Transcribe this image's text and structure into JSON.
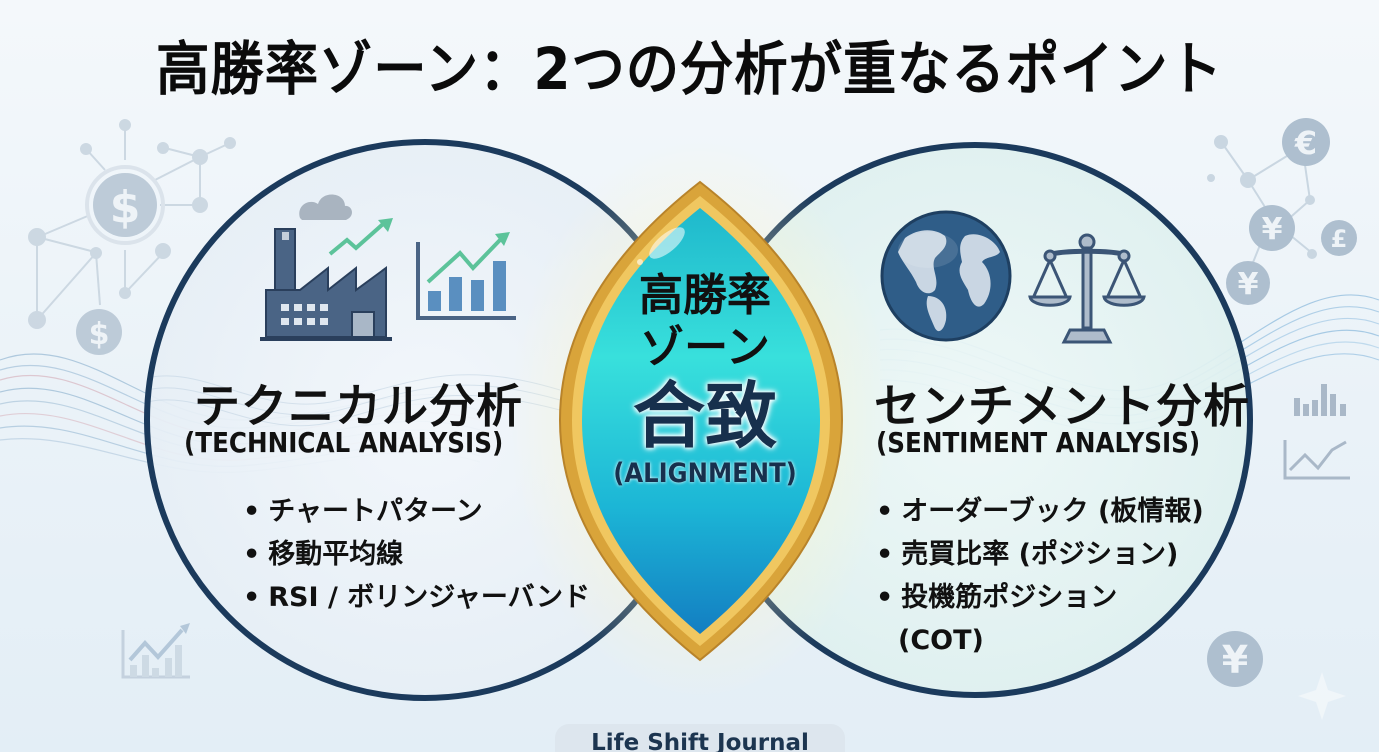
{
  "title": "高勝率ゾーン：2つの分析が重なるポイント",
  "left_circle": {
    "heading_jp": "テクニカル分析",
    "heading_en": "(TECHNICAL ANALYSIS)",
    "icons": [
      "factory-icon",
      "rising-chart-icon"
    ],
    "items": [
      "チャートパターン",
      "移動平均線",
      "RSI / ボリンジャーバンド"
    ]
  },
  "right_circle": {
    "heading_jp": "センチメント分析",
    "heading_en": "(SENTIMENT ANALYSIS)",
    "icons": [
      "globe-icon",
      "balance-scale-icon"
    ],
    "items": [
      "オーダーブック (板情報)",
      "売買比率 (ポジション)",
      "投機筋ポジション",
      "(COT)"
    ]
  },
  "center_zone": {
    "line1": "高勝率",
    "line2": "ゾーン",
    "main": "合致",
    "sub": "(ALIGNMENT)"
  },
  "decorations": {
    "currency_symbols": [
      "$",
      "$",
      "€",
      "¥",
      "£",
      "¥",
      "¥"
    ]
  },
  "footer": {
    "brand": "Life Shift Journal"
  },
  "colors": {
    "circle_stroke": "#1b3a5c",
    "lens_fill": "#1fc3cf",
    "lens_border": "#d9a43a",
    "text": "#111111",
    "accent_green": "#5cc39a",
    "icon_blue": "#4a6a8f"
  }
}
